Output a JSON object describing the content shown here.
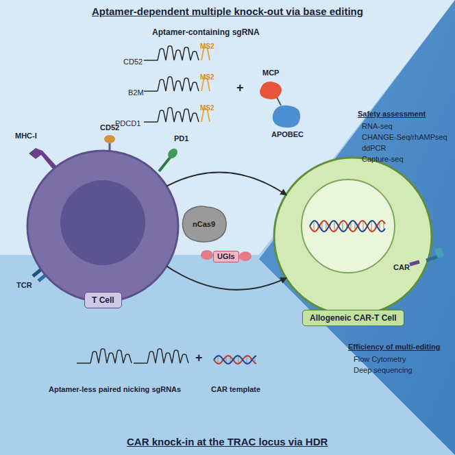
{
  "diagram": {
    "title": "Aptamer-dependent multiple knock-out via base editing",
    "nodes": [
      {
        "text": [
          "T Cell"
        ]
      },
      {
        "text": [
          "nCas9"
        ]
      },
      {
        "text": [
          "Allogeneic CAR-T Cell"
        ]
      }
    ],
    "edges": [
      {
        "from": 0,
        "to": 2,
        "arrow": "to"
      },
      {
        "from": 0,
        "to": 2,
        "arrow": "to"
      }
    ],
    "labels": [
      "Aptamer-containing sgRNA",
      "CD52",
      "MS2",
      "B2M",
      "MS2",
      "PDCD1",
      "MS2",
      "+",
      "MCP",
      "APOBEC",
      "Safety assessment",
      "RNA-seq",
      "CHANGE-Seq/rhAMPseq",
      "ddPCR",
      "Capture-seq",
      "MHC-I",
      "CD52",
      "PD1",
      "TCR",
      "UGIs",
      "CAR",
      "Efficiency of multi-editing",
      "Flow Cytometry",
      "Deep sequencing",
      "Aptamer-less paired nicking sgRNAs",
      "+",
      "CAR template",
      "CAR knock-in at the TRAC locus via HDR"
    ]
  }
}
